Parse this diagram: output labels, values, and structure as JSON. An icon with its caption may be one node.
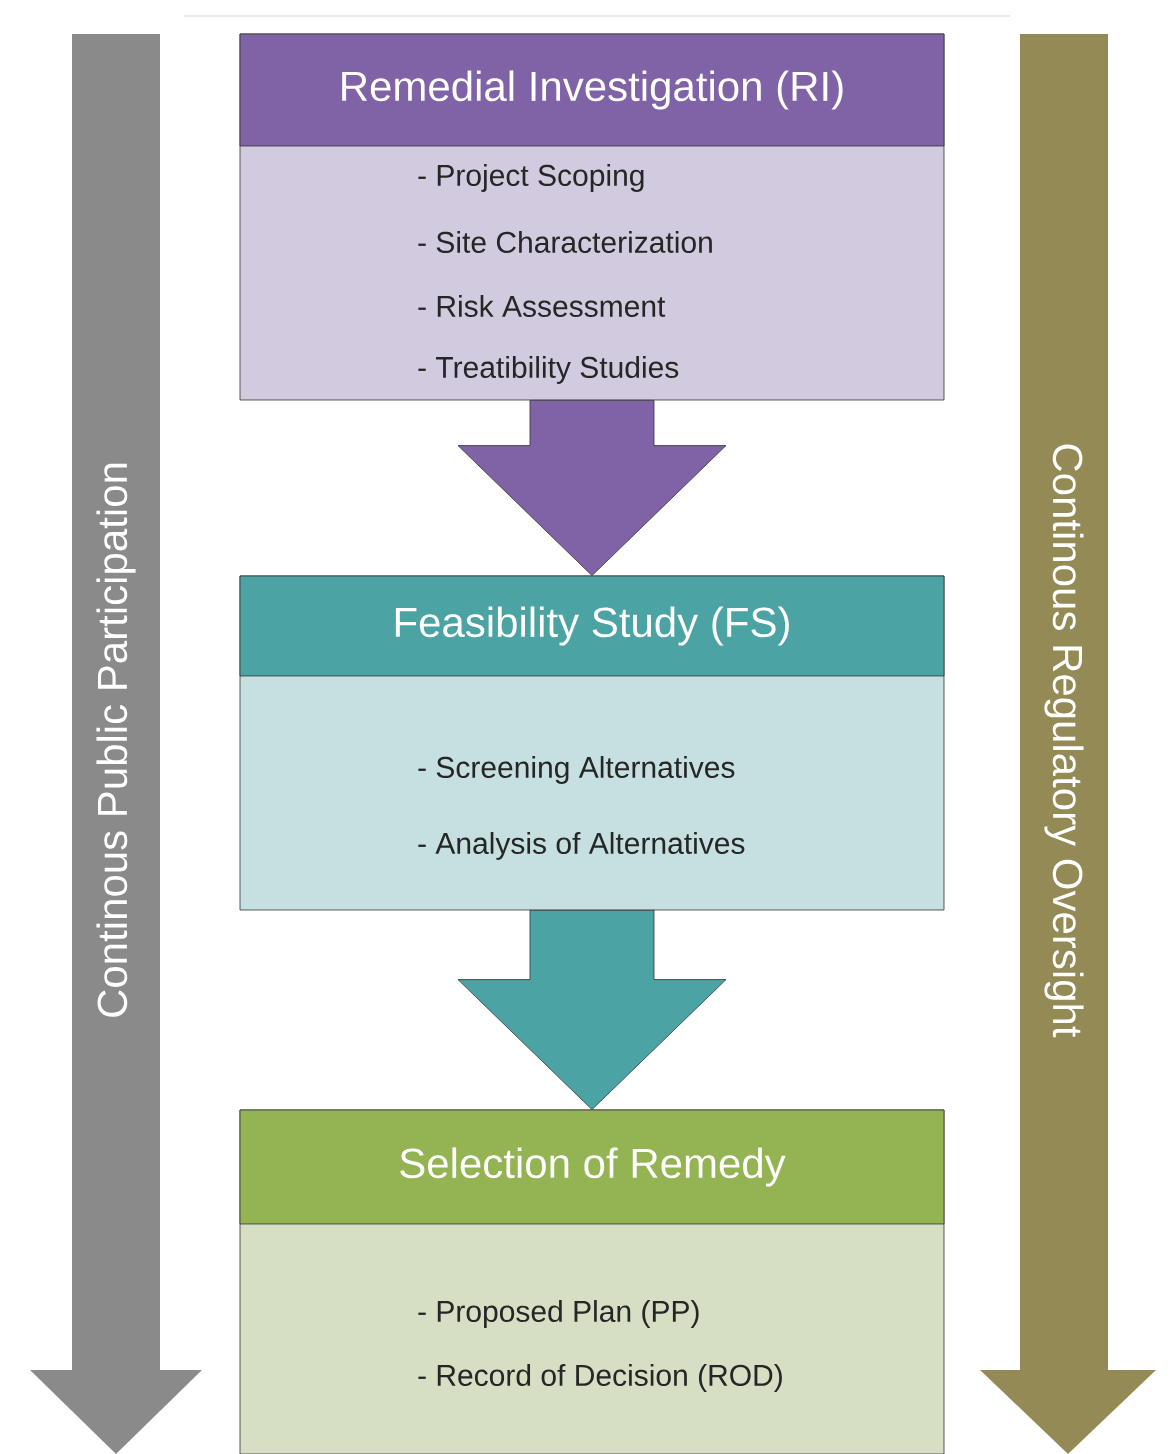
{
  "diagram": {
    "nodes": [
      {
        "text": [
          "Remedial Investigation (RI)",
          "- Project Scoping",
          "- Site Characterization",
          "- Risk Assessment",
          "- Treatibility Studies"
        ]
      },
      {
        "text": [
          "Feasibility Study (FS)",
          "- Screening Alternatives",
          "- Analysis of Alternatives"
        ]
      },
      {
        "text": [
          "Selection of Remedy",
          "- Proposed Plan (PP)",
          "- Record of Decision (ROD)"
        ]
      },
      {
        "text": [
          "Continous Public Participation"
        ]
      },
      {
        "text": [
          "Continous Regulatory Oversight"
        ]
      }
    ],
    "edges": [
      {
        "from": 0,
        "to": 1,
        "arrow": "to",
        "color": "#7f63a6"
      },
      {
        "from": 1,
        "to": 2,
        "arrow": "to",
        "color": "#4ba3a3"
      }
    ]
  }
}
